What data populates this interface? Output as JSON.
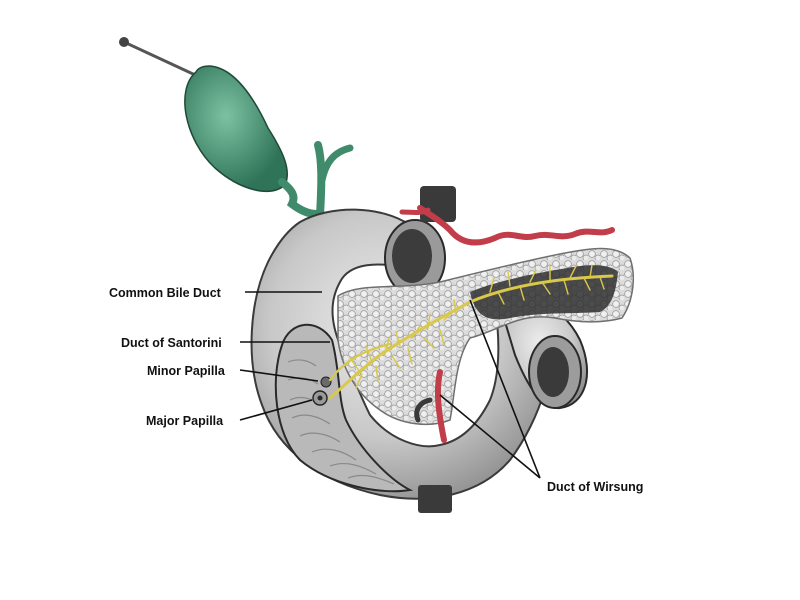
{
  "labels": {
    "common_bile_duct": "Common Bile Duct",
    "duct_of_santorini": "Duct of Santorini",
    "minor_papilla": "Minor Papilla",
    "major_papilla": "Major Papilla",
    "duct_of_wirsung": "Duct of Wirsung"
  },
  "colors": {
    "gallbladder": "#4f9d7c",
    "bile_duct": "#58a784",
    "intestine": "#c9c9c9",
    "pancreas": "#d8d8d8",
    "duct": "#d8c84a",
    "artery": "#c23d4a",
    "vessel_dark": "#3a3a3a",
    "leader": "#111111"
  }
}
